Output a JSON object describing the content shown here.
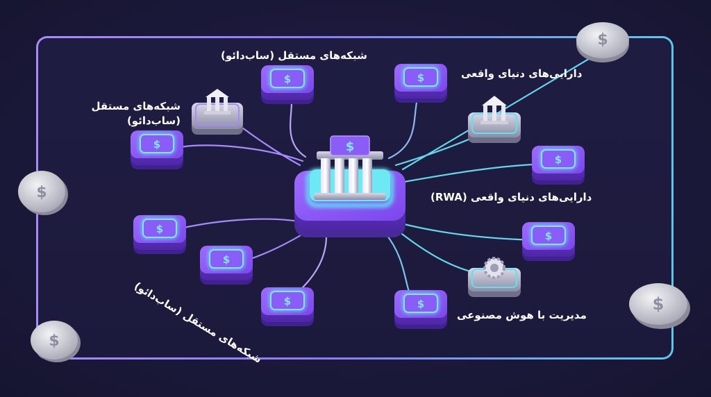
{
  "labels": {
    "top": "شبکه‌های مستقل (ساب‌دائو)",
    "left_line1": "شبکه‌های مستقل",
    "left_line2": "(ساب‌دائو)",
    "bottom_left": "شبکه‌های مستقل (ساب‌دائو)",
    "rwa_top": "دارایی‌های دنیای واقعی",
    "rwa_mid": "دارایی‌های دنیای واقعی (RWA)",
    "ai": "مدیریت با هوش مصنوعی"
  },
  "icons": {
    "node": "dollar-icon",
    "hub": "bank-building-icon",
    "bank": "bank-icon",
    "gear": "gear-icon",
    "coin": "coin-icon"
  },
  "colors": {
    "background": "#1a1a33",
    "node_top": "#8b5cf6",
    "node_side": "#6d3fd4",
    "line_purple": "#a78bfa",
    "line_cyan": "#67d4e8",
    "glow_cyan": "#5ee1f0"
  }
}
